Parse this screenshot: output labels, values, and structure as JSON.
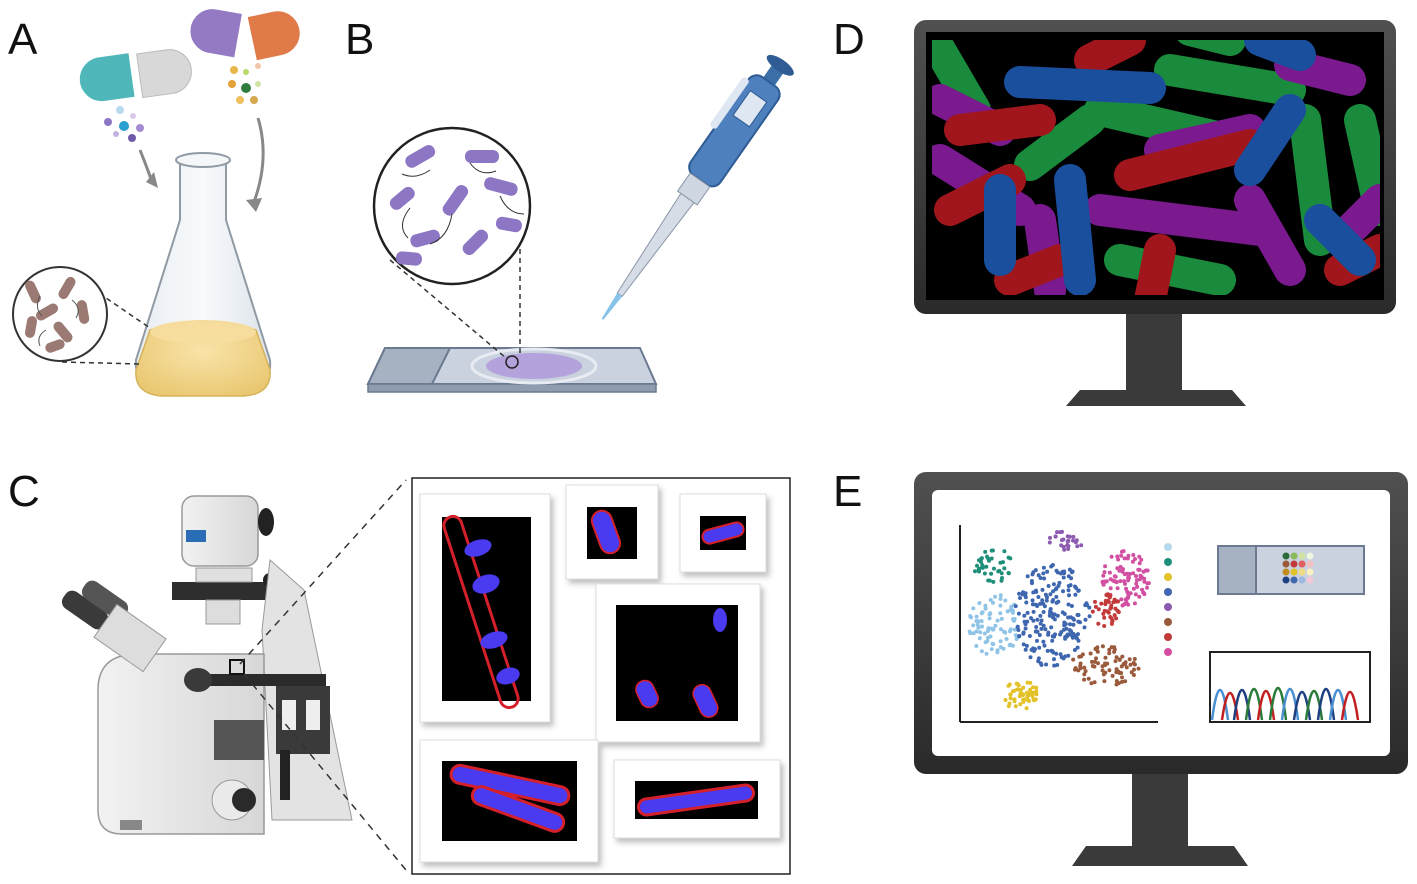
{
  "panels": {
    "a": {
      "label": "A"
    },
    "b": {
      "label": "B"
    },
    "c": {
      "label": "C"
    },
    "d": {
      "label": "D"
    },
    "e": {
      "label": "E"
    }
  },
  "colors": {
    "capsule_teal": "#4fb7b9",
    "capsule_purple": "#9479c3",
    "capsule_orange": "#e07a48",
    "broth": "#f2d488",
    "bacteria_brown": "#9c7a74",
    "bacteria_purple": "#8d76c4",
    "pipette_blue": "#3c6ea8",
    "monitor_frame": "#3a3a3a",
    "seg_purple": "#7a1a8e",
    "seg_red": "#a0161c",
    "seg_green": "#1a8a3c",
    "seg_blue": "#1a4f9e",
    "fluor_membrane": "#d4202a",
    "fluor_dna": "#4a3af0"
  },
  "icons": [
    "capsule-icon",
    "flask-icon",
    "bacteria-zoom-icon",
    "pipette-icon",
    "microscope-slide-icon",
    "microscope-icon",
    "monitor-icon",
    "scatter-plot-icon",
    "chromatogram-icon",
    "plate-icon"
  ]
}
